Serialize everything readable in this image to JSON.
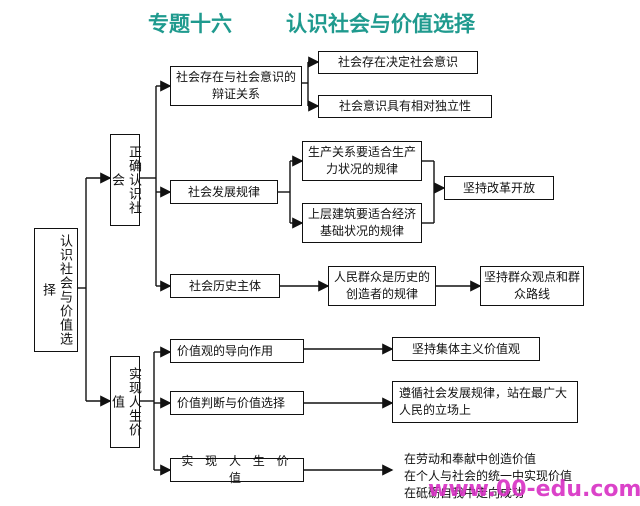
{
  "title": {
    "left": "专题十六",
    "right": "认识社会与价值选择"
  },
  "nodes": {
    "root": "认识社会与价值选择",
    "zhengque": "正确认识社会",
    "shixian": "实现人生价值",
    "bianzheng": "社会存在与社会意识的辩证关系",
    "fazhan": "社会发展规律",
    "zhuti": "社会历史主体",
    "jueding": "社会存在决定社会意识",
    "duli": "社会意识具有相对独立性",
    "shengchan": "生产关系要适合生产力状况的规律",
    "shangceng": "上层建筑要适合经济基础状况的规律",
    "gaige": "坚持改革开放",
    "renmin": "人民群众是历史的创造者的规律",
    "qunzhong": "坚持群众观点和群众路线",
    "daoxiang": "价值观的导向作用",
    "jiti": "坚持集体主义价值观",
    "panduan": "价值判断与价值选择",
    "zunxun": "遵循社会发展规律，站在最广大人民的立场上",
    "renshengjz": "实 现 人 生 价 值",
    "laodong": "在劳动和奉献中创造价值",
    "tongyi": "在个人与社会的统一中实现价值",
    "cuozhe": "在砥砺自我中走向成功"
  },
  "watermark": "www.00-edu.com"
}
